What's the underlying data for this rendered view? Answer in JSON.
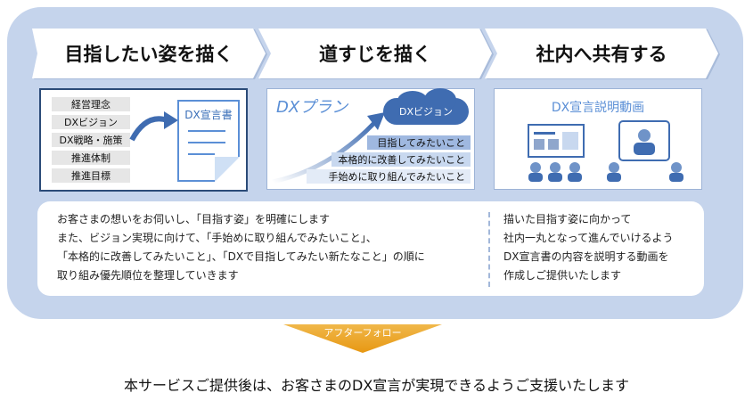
{
  "steps": [
    {
      "label": "目指したい姿を描く"
    },
    {
      "label": "道すじを描く"
    },
    {
      "label": "社内へ共有する"
    }
  ],
  "card1": {
    "items": [
      "経営理念",
      "DXビジョン",
      "DX戦略・施策",
      "推進体制",
      "推進目標"
    ],
    "doc_title": "DX宣言書"
  },
  "card2": {
    "title": "DXプラン",
    "cloud": "DXビジョン",
    "rows": [
      "目指してみたいこと",
      "本格的に改善してみたいこと",
      "手始めに取り組んでみたいこと"
    ]
  },
  "card3": {
    "title": "DX宣言説明動画"
  },
  "left_text": [
    "お客さまの想いをお伺いし、「目指す姿」を明確にします",
    "また、ビジョン実現に向けて、「手始めに取り組んでみたいこと」、",
    "「本格的に改善してみたいこと」、「DXで目指してみたい新たなこと」の順に",
    "取り組み優先順位を整理していきます"
  ],
  "right_text": [
    "描いた目指す姿に向かって",
    "社内一丸となって進んでいけるよう",
    "DX宣言書の内容を説明する動画を",
    "作成しご提供いたします"
  ],
  "after_follow": "アフターフォロー",
  "summary": "本サービスご提供後は、お客さまのDX宣言が実現できるようご支援いたします",
  "colors": {
    "panel": "#c5d4ec",
    "accent_blue": "#3f6cb1",
    "arrow_orange": "#e79813"
  }
}
